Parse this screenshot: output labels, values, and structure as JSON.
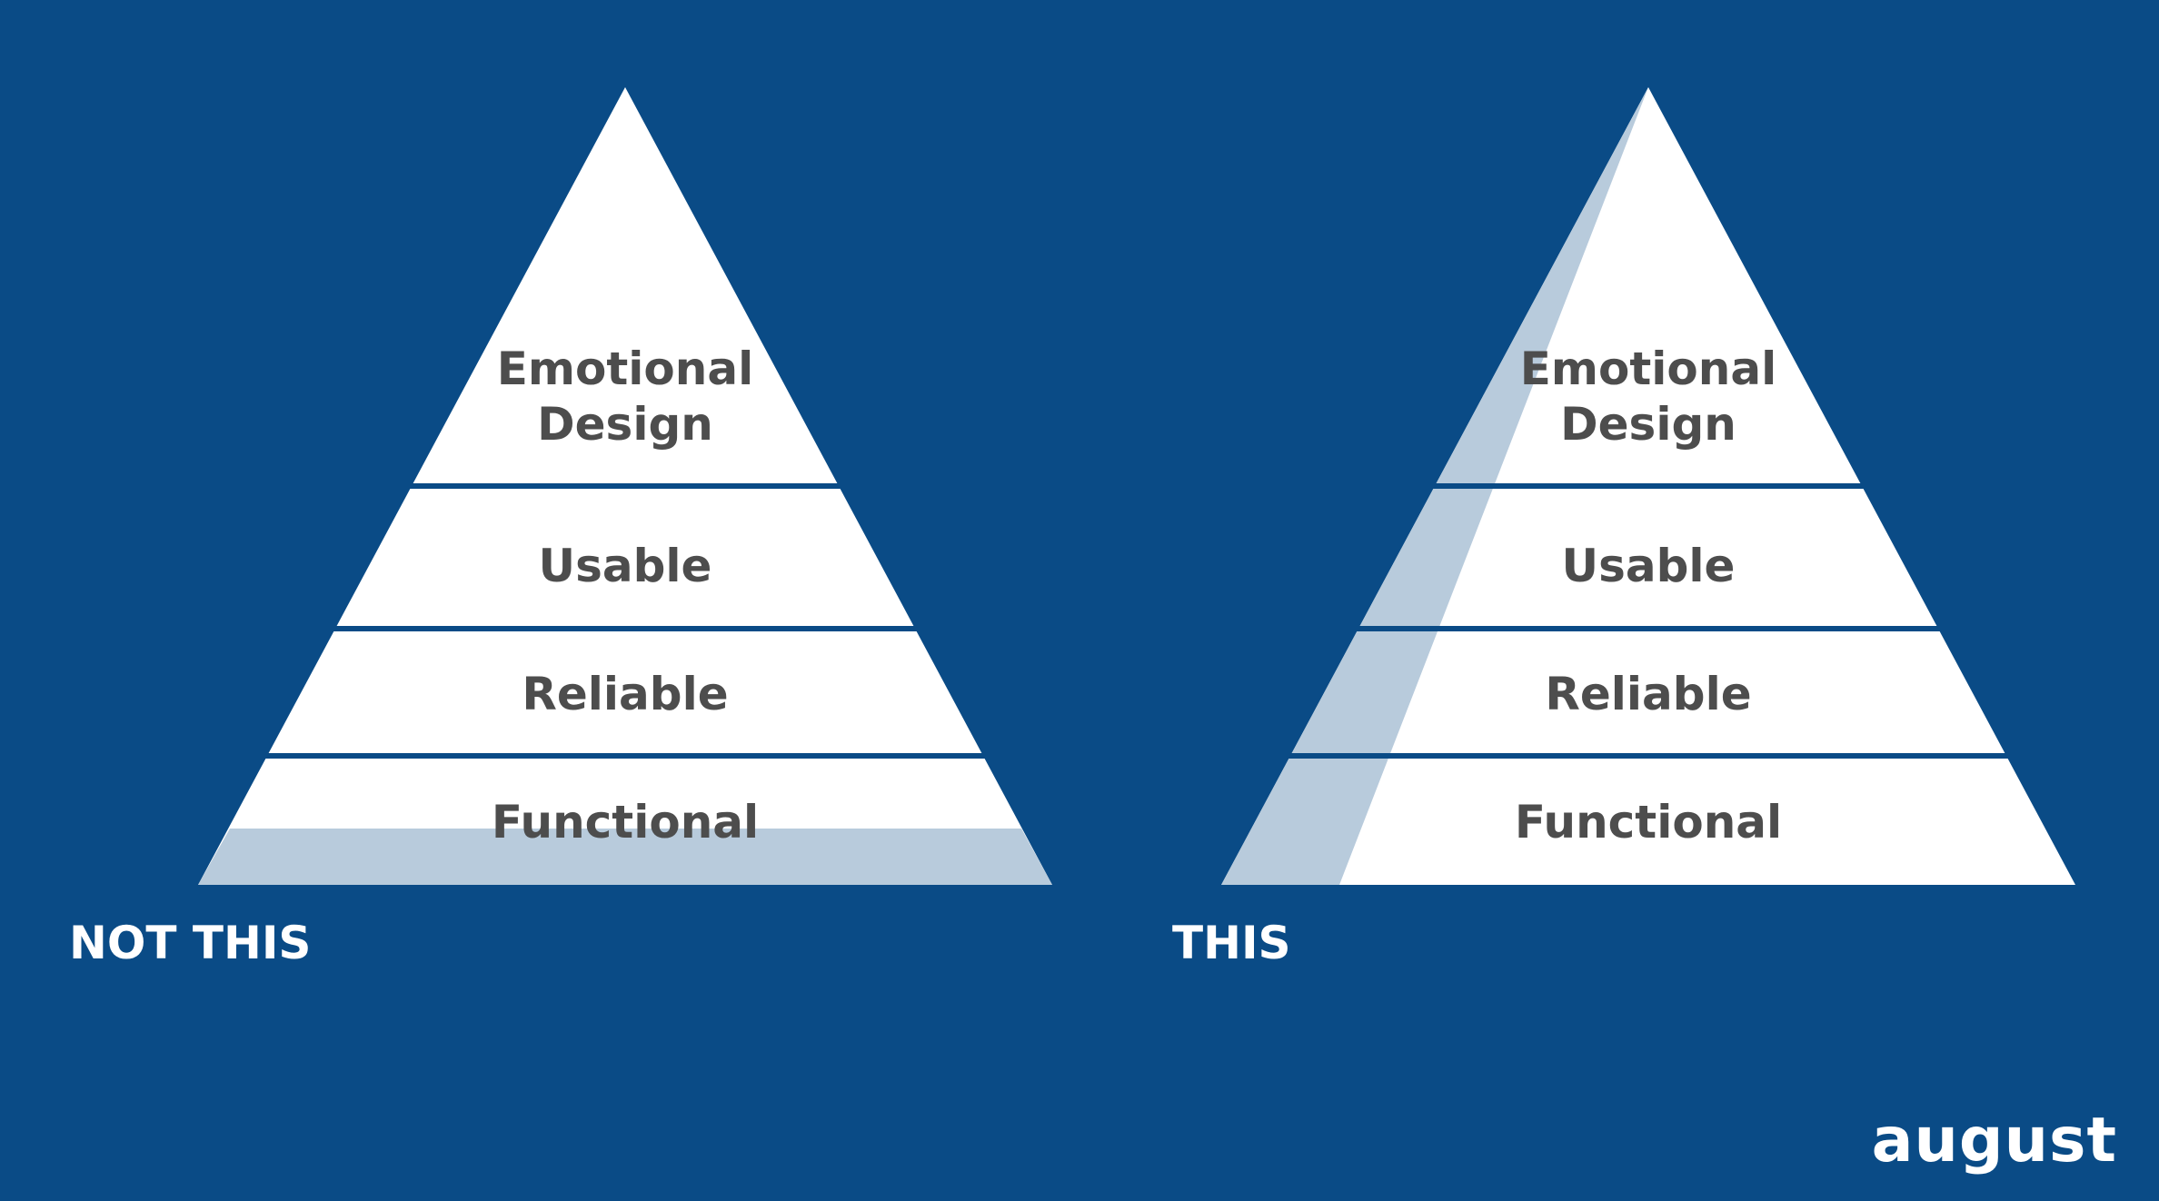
{
  "colors": {
    "background": "#0a4b86",
    "pyramid_fill": "#ffffff",
    "shade": "#b8cbdc",
    "divider": "#0a4b86",
    "label_text": "#4d4d4d",
    "caption_text": "#ffffff"
  },
  "pyramids": [
    {
      "id": "not-this",
      "caption": "NOT THIS",
      "shade": "bottom-band",
      "layers": [
        {
          "label_lines": [
            "Emotional",
            "Design"
          ]
        },
        {
          "label_lines": [
            "Usable"
          ]
        },
        {
          "label_lines": [
            "Reliable"
          ]
        },
        {
          "label_lines": [
            "Functional"
          ]
        }
      ]
    },
    {
      "id": "this",
      "caption": "THIS",
      "shade": "left-wedge",
      "layers": [
        {
          "label_lines": [
            "Emotional",
            "Design"
          ]
        },
        {
          "label_lines": [
            "Usable"
          ]
        },
        {
          "label_lines": [
            "Reliable"
          ]
        },
        {
          "label_lines": [
            "Functional"
          ]
        }
      ]
    }
  ],
  "logo": {
    "text": "august"
  }
}
